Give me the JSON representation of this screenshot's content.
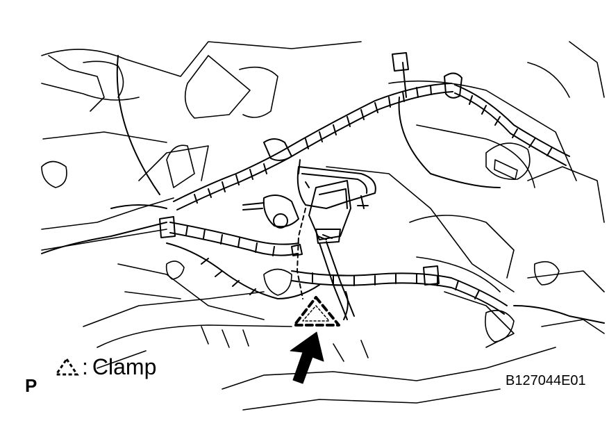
{
  "legend": {
    "symbol_icon": "dashed-triangle-clamp-icon",
    "label": "Clamp",
    "separator": ":"
  },
  "page_letter": "P",
  "figure_code": "B127044E01",
  "colors": {
    "line": "#000000",
    "background": "#ffffff"
  }
}
